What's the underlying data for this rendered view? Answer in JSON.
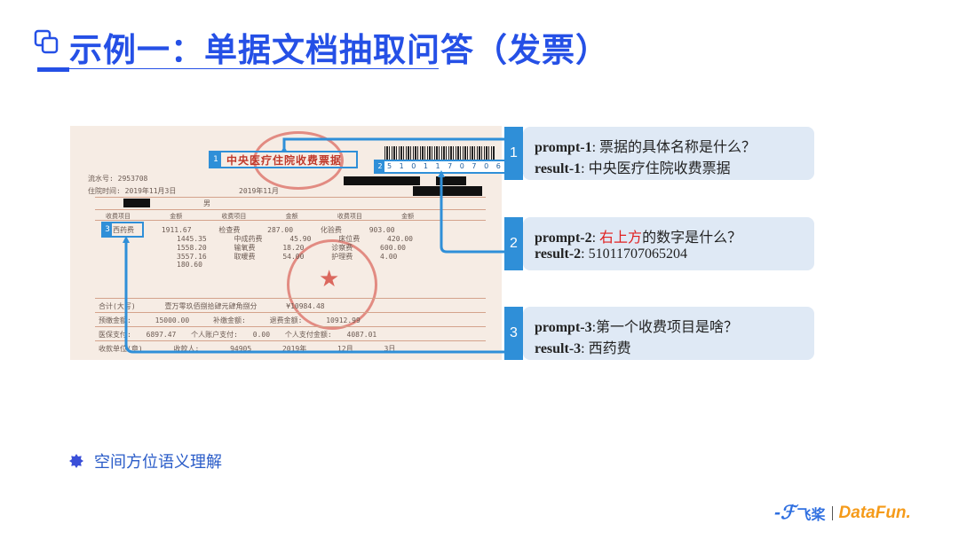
{
  "header": {
    "title": "示例一：单据文档抽取问答（发票）"
  },
  "receipt": {
    "title_box_number": "1",
    "receipt_title": "中央医疗住院收费票据",
    "code_box_number": "2",
    "code_value": "5 1 0 1 1 7 0 7 0 6 5 2 0 4",
    "item_box_number": "3",
    "item_label": "西药费",
    "lines": {
      "l1": "流水号: 2953708",
      "l2": "住院时间: 2019年11月3日",
      "l3": "2019年11月",
      "l4": "男",
      "col_header": "收费项目 金额 收费项目 金额 收费项目 金额",
      "r1": "西药费 1911.67 检查费 287.00 化验费 903.00",
      "r2": "1445.35 中成药费 45.90 床位费 420.00",
      "r3": "1558.20 输氧费 18.20 诊察费 600.00",
      "r4": "3557.16 取暖费 54.00 护理费 4.00",
      "r5": "180.60",
      "total": "合计(大写) 壹万零玖佰捌拾肆元肆角捌分 ¥10984.48",
      "pre": "预缴金额: 15000.00 补缴金额: 退费金额: 10912.99",
      "insure": "医保支付: 6897.47 个人账户支付: 0.00 个人支付金额: 4087.01",
      "footer": "收款单位(章) 收款人: 94905 2019年 12月 3日"
    }
  },
  "cards": [
    {
      "number": "1",
      "prompt_label": "prompt-1",
      "prompt_text": ": 票据的具体名称是什么？",
      "result_label": "result-1",
      "result_text": ": 中央医疗住院收费票据"
    },
    {
      "number": "2",
      "prompt_label": "prompt-2",
      "prompt_text_pre": ": ",
      "prompt_highlight": "右上方",
      "prompt_text": "的数字是什么？",
      "result_label": "result-2",
      "result_text": ": 51011707065204"
    },
    {
      "number": "3",
      "prompt_label": "prompt-3",
      "prompt_text": ":第一个收费项目是啥？",
      "result_label": "result-3",
      "result_text": ": 西药费"
    }
  ],
  "bullet": {
    "text": "空间方位语义理解",
    "icon": "gear-bullet-icon"
  },
  "logo": {
    "mark": "-ℱ",
    "feijiang": "飞桨",
    "datafun": "DataFun."
  },
  "colors": {
    "accent": "#2550e6",
    "card_blue": "#2f8fd8",
    "card_bg": "#dfe9f5",
    "highlight": "#e02020"
  }
}
